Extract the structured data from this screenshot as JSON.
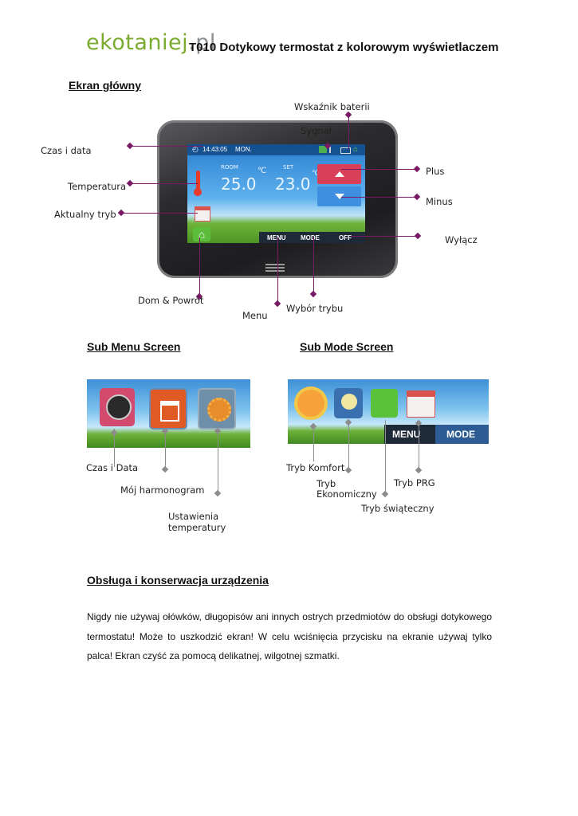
{
  "header": {
    "logo_part1": "ekotaniej",
    "logo_part2": ".pl",
    "title": "T010 Dotykowy termostat z kolorowym wyświetlaczem"
  },
  "main_screen": {
    "heading": "Ekran główny",
    "display": {
      "time": "14:43:05",
      "day": "MON.",
      "room_label": "ROOM",
      "room_temp": "25.0",
      "set_label": "SET",
      "set_temp": "23.0",
      "unit": "℃",
      "menu_button": "MENU",
      "mode_button": "MODE",
      "off_button": "OFF"
    },
    "labels": {
      "battery": "Wskaźnik baterii",
      "signal": "Sygnał",
      "datetime": "Czas i data",
      "plus": "Plus",
      "temperature": "Temperatura",
      "minus": "Minus",
      "current_mode": "Aktualny tryb",
      "off": "Wyłącz",
      "home": "Dom & Powrót",
      "mode_select": "Wybór trybu",
      "menu": "Menu"
    }
  },
  "sub_menu": {
    "heading": "Sub Menu Screen",
    "labels": {
      "clock": "Czas i Data",
      "schedule": "Mój harmonogram",
      "settings_l1": "Ustawienia",
      "settings_l2": "temperatury"
    }
  },
  "sub_mode": {
    "heading": "Sub Mode Screen",
    "menu_button": "MENU",
    "mode_button": "MODE",
    "labels": {
      "comfort": "Tryb Komfort",
      "eco_l1": "Tryb",
      "eco_l2": "Ekonomiczny",
      "prg": "Tryb PRG",
      "holiday": "Tryb świąteczny"
    }
  },
  "care": {
    "heading": "Obsługa i konserwacja urządzenia",
    "text": "Nigdy nie używaj ołówków, długopisów ani innych ostrych przedmiotów do obsługi dotykowego termostatu! Może to uszkodzić ekran! W celu wciśnięcia przycisku na ekranie używaj tylko palca! Ekran czyść za pomocą delikatnej, wilgotnej szmatki."
  },
  "colors": {
    "accent": "#7a1a66",
    "logo_green": "#7aab2f",
    "logo_grey": "#8a8f93"
  }
}
